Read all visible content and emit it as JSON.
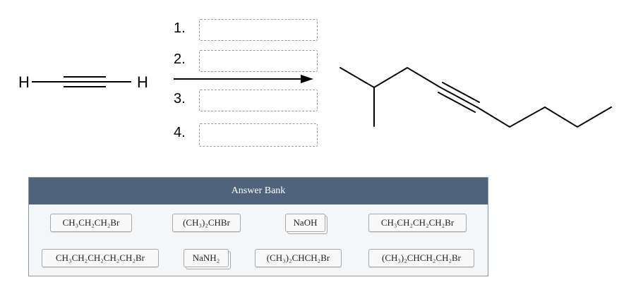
{
  "reaction": {
    "reactant_left_atom": "H",
    "reactant_right_atom": "H"
  },
  "steps": [
    {
      "number": "1.",
      "value": ""
    },
    {
      "number": "2.",
      "value": ""
    },
    {
      "number": "3.",
      "value": ""
    },
    {
      "number": "4.",
      "value": ""
    }
  ],
  "answer_bank": {
    "title": "Answer Bank",
    "items": [
      {
        "label": "CH₃CH₂CH₂Br"
      },
      {
        "label": "(CH₃)₂CHBr"
      },
      {
        "label": "NaOH"
      },
      {
        "label": "CH₃CH₂CH₂CH₂Br"
      },
      {
        "label": "CH₃CH₂CH₂CH₂CH₂Br"
      },
      {
        "label": "NaNH₂"
      },
      {
        "label": "(CH₃)₂CHCH₂Br"
      },
      {
        "label": "(CH₃)₂CHCH₂CH₂Br"
      }
    ]
  }
}
